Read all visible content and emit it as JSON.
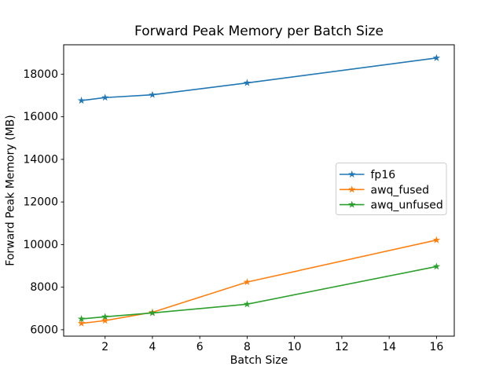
{
  "figure": {
    "background": "#ffffff",
    "frame_color": "#000000",
    "text_color": "#000000"
  },
  "chart_data": {
    "type": "line",
    "title": "Forward Peak Memory per Batch Size",
    "xlabel": "Batch Size",
    "ylabel": "Forward Peak Memory (MB)",
    "x": [
      1,
      2,
      4,
      8,
      16
    ],
    "series": [
      {
        "name": "fp16",
        "color": "#1f77b4",
        "marker": "star",
        "values": [
          16760,
          16900,
          17030,
          17590,
          18760
        ]
      },
      {
        "name": "awq_fused",
        "color": "#ff7f0e",
        "marker": "star",
        "values": [
          6300,
          6430,
          6820,
          8240,
          10210
        ]
      },
      {
        "name": "awq_unfused",
        "color": "#2ca02c",
        "marker": "star",
        "values": [
          6510,
          6610,
          6790,
          7200,
          8970
        ]
      }
    ],
    "xticks": [
      2,
      4,
      6,
      8,
      10,
      12,
      14,
      16
    ],
    "yticks": [
      6000,
      8000,
      10000,
      12000,
      14000,
      16000,
      18000
    ],
    "xlim": [
      0.25,
      16.75
    ],
    "ylim": [
      5700,
      19380
    ],
    "grid": false,
    "legend": {
      "position": "center right",
      "border_color": "#cccccc",
      "background": "#ffffff",
      "labels": [
        "fp16",
        "awq_fused",
        "awq_unfused"
      ]
    }
  }
}
